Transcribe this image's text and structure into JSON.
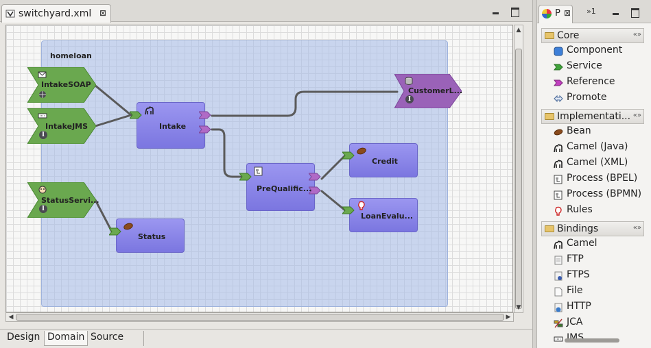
{
  "editor": {
    "tab": {
      "label": "switchyard.xml",
      "close": "⊠"
    },
    "bottom_tabs": [
      {
        "label": "Design"
      },
      {
        "label": "Domain"
      },
      {
        "label": "Source"
      }
    ]
  },
  "diagram": {
    "composite_name": "homeloan",
    "services": [
      {
        "name": "IntakeSOAP"
      },
      {
        "name": "IntakeJMS"
      },
      {
        "name": "StatusServi..."
      }
    ],
    "references": [
      {
        "name": "CustomerL..."
      }
    ],
    "components": [
      {
        "name": "Intake",
        "icon": "camel-icon"
      },
      {
        "name": "PreQualific...",
        "icon": "process-icon"
      },
      {
        "name": "Credit",
        "icon": "bean-icon"
      },
      {
        "name": "LoanEvalu...",
        "icon": "rules-icon"
      },
      {
        "name": "Status",
        "icon": "bean-icon"
      }
    ],
    "badge_letter": "I"
  },
  "palette": {
    "tab_label": "P",
    "tab_close": "⊠",
    "more_label": "»1",
    "drawers": [
      {
        "label": "Core",
        "items": [
          {
            "label": "Component",
            "icon": "component-icon"
          },
          {
            "label": "Service",
            "icon": "service-icon"
          },
          {
            "label": "Reference",
            "icon": "reference-icon"
          },
          {
            "label": "Promote",
            "icon": "promote-icon"
          }
        ]
      },
      {
        "label": "Implementati...",
        "items": [
          {
            "label": "Bean",
            "icon": "bean-icon"
          },
          {
            "label": "Camel (Java)",
            "icon": "camel-icon"
          },
          {
            "label": "Camel (XML)",
            "icon": "camel-icon"
          },
          {
            "label": "Process (BPEL)",
            "icon": "process-icon"
          },
          {
            "label": "Process (BPMN)",
            "icon": "process-icon"
          },
          {
            "label": "Rules",
            "icon": "rules-icon"
          }
        ]
      },
      {
        "label": "Bindings",
        "items": [
          {
            "label": "Camel",
            "icon": "camel-icon"
          },
          {
            "label": "FTP",
            "icon": "ftp-icon"
          },
          {
            "label": "FTPS",
            "icon": "ftps-icon"
          },
          {
            "label": "File",
            "icon": "file-icon"
          },
          {
            "label": "HTTP",
            "icon": "http-icon"
          },
          {
            "label": "JCA",
            "icon": "jca-icon"
          },
          {
            "label": "JMS",
            "icon": "jms-icon"
          }
        ]
      }
    ]
  },
  "colors": {
    "service_green": "#6aa84f",
    "reference_purple": "#9a62b8",
    "component_purple": "#8a86e8",
    "wire": "#5a5a5a",
    "composite_fill": "#a4bae8"
  }
}
